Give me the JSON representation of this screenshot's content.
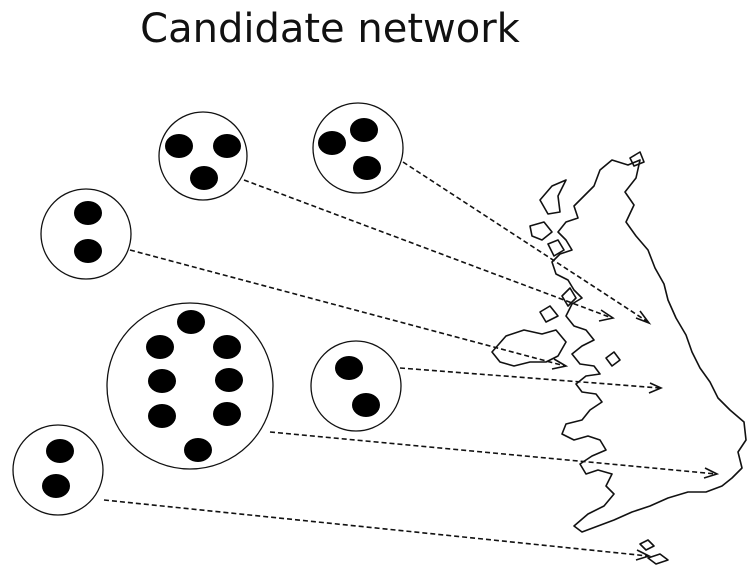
{
  "title": "Candidate network",
  "colors": {
    "node": "#000000",
    "line": "#111111",
    "background": "#ffffff"
  },
  "map": {
    "depicts": "Great Britain outline"
  },
  "groups": [
    {
      "id": "group-a",
      "nodes": 3,
      "target": "north-east"
    },
    {
      "id": "group-b",
      "nodes": 3,
      "target": "north"
    },
    {
      "id": "group-c",
      "nodes": 2,
      "target": "north-west"
    },
    {
      "id": "group-d",
      "nodes": 8,
      "target": "south-east"
    },
    {
      "id": "group-e",
      "nodes": 2,
      "target": "midlands"
    },
    {
      "id": "group-f",
      "nodes": 2,
      "target": "south-west"
    }
  ]
}
